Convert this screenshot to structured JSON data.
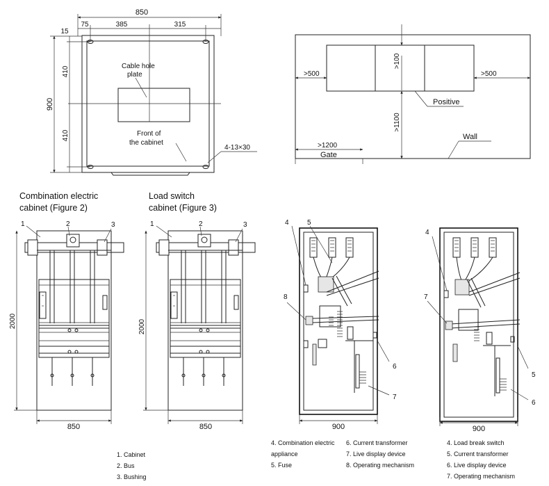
{
  "plan": {
    "dims": {
      "width_total": "850",
      "top_left": "75",
      "top_mid": "385",
      "top_right": "315",
      "corner": "15",
      "left_top": "410",
      "left_bottom": "410",
      "height_total": "900",
      "holes": "4-13×30"
    },
    "labels": {
      "cable_hole": [
        "Cable hole",
        "plate"
      ],
      "front": [
        "Front of",
        "the cabinet"
      ]
    }
  },
  "layout": {
    "labels": {
      "positive": "Positive",
      "wall": "Wall",
      "gate": "Gate"
    },
    "dims": {
      "left": ">500",
      "right": ">500",
      "top": ">100",
      "front": ">1100",
      "gate": ">1200"
    }
  },
  "figures": {
    "fig2_title": [
      "Combination electric",
      "cabinet (Figure 2)"
    ],
    "fig3_title": [
      "Load switch",
      "cabinet (Figure 3)"
    ],
    "height_dim": "2000",
    "width_850": "850",
    "width_900": "900",
    "callouts": {
      "c1": "1",
      "c2": "2",
      "c3": "3",
      "c4": "4",
      "c5": "5",
      "c6": "6",
      "c7": "7",
      "c8": "8"
    }
  },
  "legends": {
    "legend1": [
      "1. Cabinet",
      "2. Bus",
      "3. Bushing"
    ],
    "legend2a": [
      "4. Combination electric",
      "appliance",
      "5. Fuse"
    ],
    "legend2b": [
      "6. Current transformer",
      "7. Live display device",
      "8. Operating mechanism"
    ],
    "legend3": [
      "4. Load break switch",
      "5. Current transformer",
      "6. Live display device",
      "7. Operating mechanism"
    ]
  }
}
